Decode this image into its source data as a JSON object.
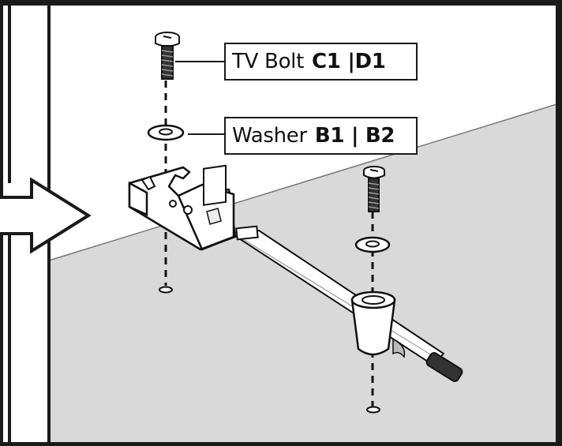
{
  "labels": {
    "bolt": {
      "name": "TV Bolt",
      "code": "C1 |D1"
    },
    "washer": {
      "name": "Washer",
      "code": "B1 | B2"
    }
  },
  "colors": {
    "frame": "#1a1a1a",
    "floor": "#d9d9d9",
    "wall": "#ffffff",
    "part_line": "#111111",
    "part_fill": "#ffffff"
  },
  "icons": [
    "bolt-icon",
    "washer-icon",
    "bracket-icon",
    "anchor-icon",
    "arrow-icon"
  ]
}
